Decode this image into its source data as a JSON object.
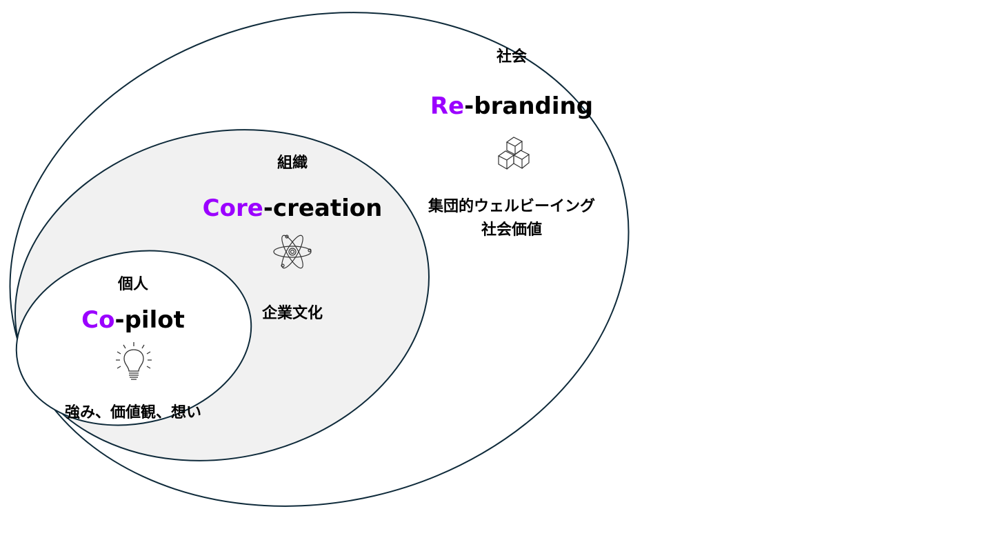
{
  "colors": {
    "accent": "#9b00ff",
    "stroke": "#0e2a3a",
    "org_fill": "#f1f1f1"
  },
  "society": {
    "label": "社会",
    "title_accent": "Re",
    "title_rest": "-branding",
    "icon": "cubes-icon",
    "desc_line1": "集団的ウェルビーイング",
    "desc_line2": "社会価値"
  },
  "organization": {
    "label": "組織",
    "title_accent": "Core",
    "title_rest": "-creation",
    "icon": "atom-icon",
    "desc": "企業文化"
  },
  "individual": {
    "label": "個人",
    "title_accent": "Co",
    "title_rest": "-pilot",
    "icon": "lightbulb-icon",
    "desc": "強み、価値観、想い"
  }
}
